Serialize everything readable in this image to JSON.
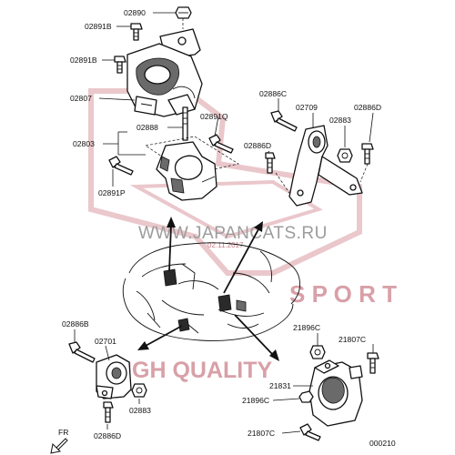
{
  "part_labels": {
    "p02890": "02890",
    "p02891b_top": "02891B",
    "p02891b_mid": "02891B",
    "p02807": "02807",
    "p02888": "02888",
    "p02891q": "02891Q",
    "p02803": "02803",
    "p02891p": "02891P",
    "p02886c": "02886C",
    "p02709": "02709",
    "p02883_right": "02883",
    "p02886d_right": "02886D",
    "p02886d_midright": "02886D",
    "p02886b": "02886B",
    "p02701": "02701",
    "p02883_bottom": "02883",
    "p02886d_bottom": "02886D",
    "p21896c_top": "21896C",
    "p21807c_right": "21807C",
    "p21831": "21831",
    "p21896c_mid": "21896C",
    "p21807c_bottom": "21807C"
  },
  "direction_label": "FR",
  "diagram_code": "000210",
  "watermark": {
    "site": "WWW.JAPANCATS.RU",
    "date": "02.11.2017",
    "sport": "S P O R T",
    "quality": "HIGH QUALITY"
  },
  "colors": {
    "watermark_red": "#d8a0a8",
    "line": "#111111"
  }
}
